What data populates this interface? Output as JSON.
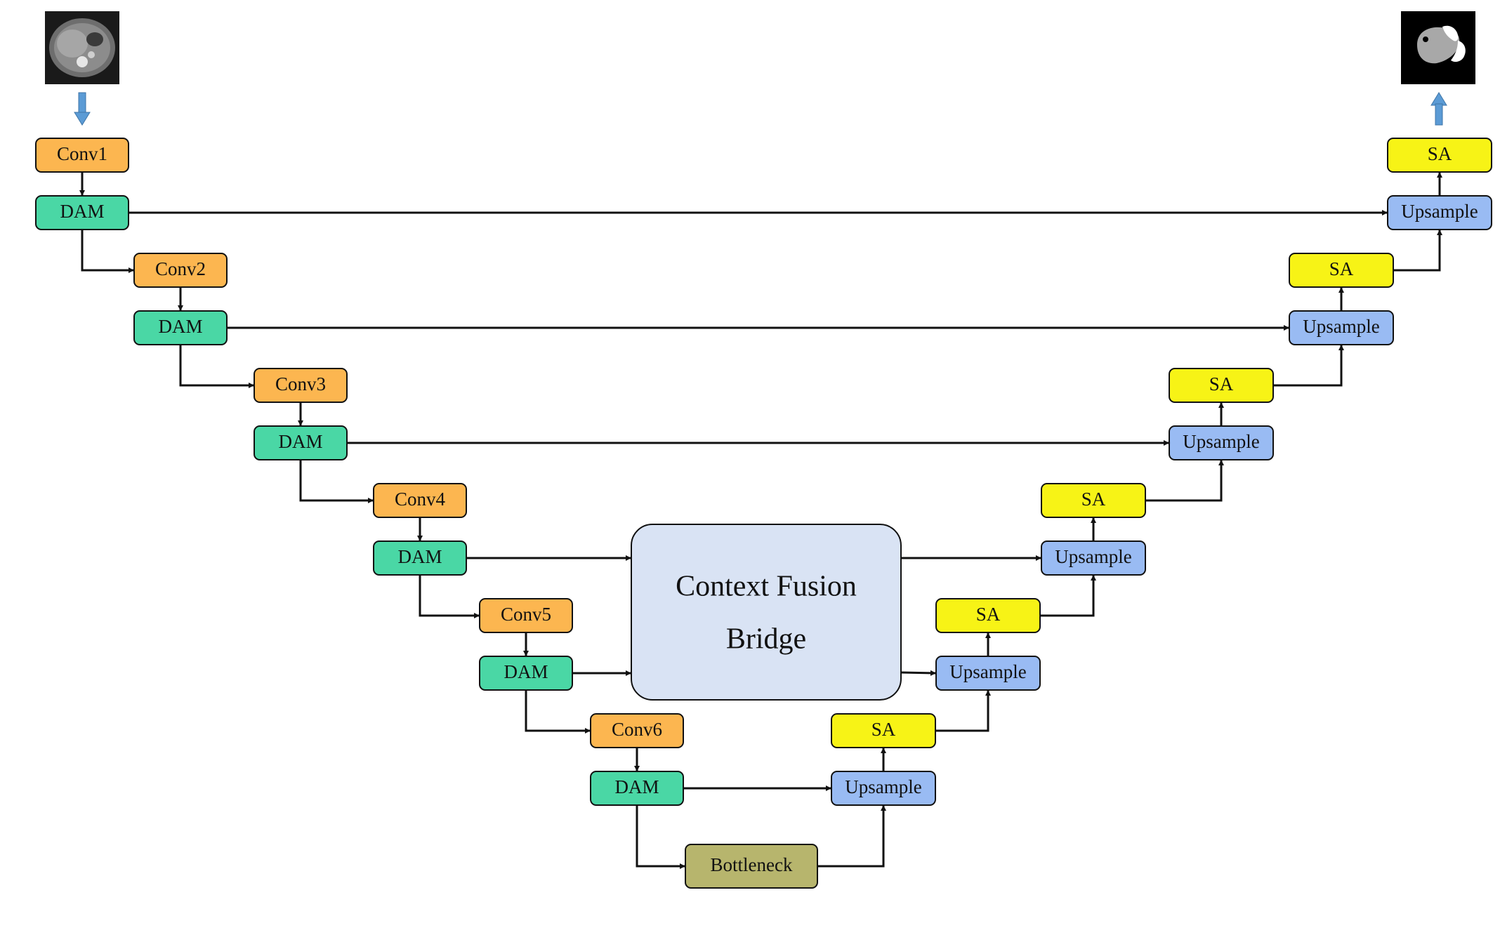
{
  "colors": {
    "conv": "#FCB650",
    "dam": "#4AD7A5",
    "upsample": "#99BBF3",
    "sa": "#F7F316",
    "bottleneck": "#B7B56D",
    "bridge": "#D9E3F4",
    "stroke": "#111111",
    "io_arrow": "#5B9BD5"
  },
  "input": {
    "icon": "ct-scan-image",
    "arrow_icon": "arrow-down-icon"
  },
  "output": {
    "icon": "segmentation-mask-image",
    "arrow_icon": "arrow-up-icon"
  },
  "encoder": {
    "conv_labels": [
      "Conv1",
      "Conv2",
      "Conv3",
      "Conv4",
      "Conv5",
      "Conv6"
    ],
    "dam_label": "DAM"
  },
  "decoder": {
    "upsample_label": "Upsample",
    "sa_label": "SA"
  },
  "bottleneck": {
    "label": "Bottleneck"
  },
  "bridge": {
    "line1": "Context Fusion",
    "line2": "Bridge"
  }
}
